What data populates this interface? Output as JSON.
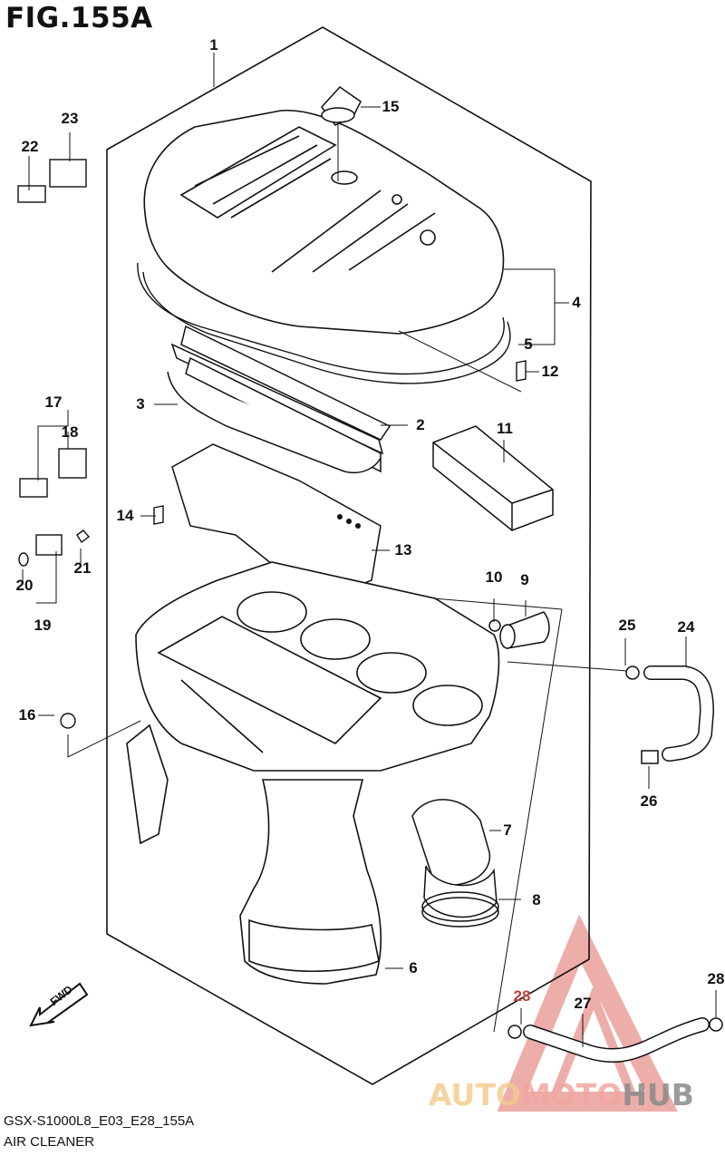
{
  "figure": {
    "title": "FIG.155A"
  },
  "footer": {
    "model_code": "GSX-S1000L8_E03_E28_155A",
    "caption": "AIR CLEANER"
  },
  "callouts": [
    "1",
    "2",
    "3",
    "4",
    "5",
    "6",
    "7",
    "8",
    "9",
    "10",
    "11",
    "12",
    "13",
    "14",
    "15",
    "16",
    "17",
    "18",
    "19",
    "20",
    "21",
    "22",
    "23",
    "24",
    "25",
    "26",
    "27",
    "28",
    "28"
  ],
  "fwd_arrow": {
    "text": "FWD"
  },
  "watermark": {
    "part1": "AUTO",
    "part2": "MOTO",
    "part3": "HUB",
    "colors": {
      "primary": "#f2a7a0",
      "secondary": "#f5d7a0",
      "dark": "#8a8a8a",
      "accent": "#e06b64"
    }
  }
}
